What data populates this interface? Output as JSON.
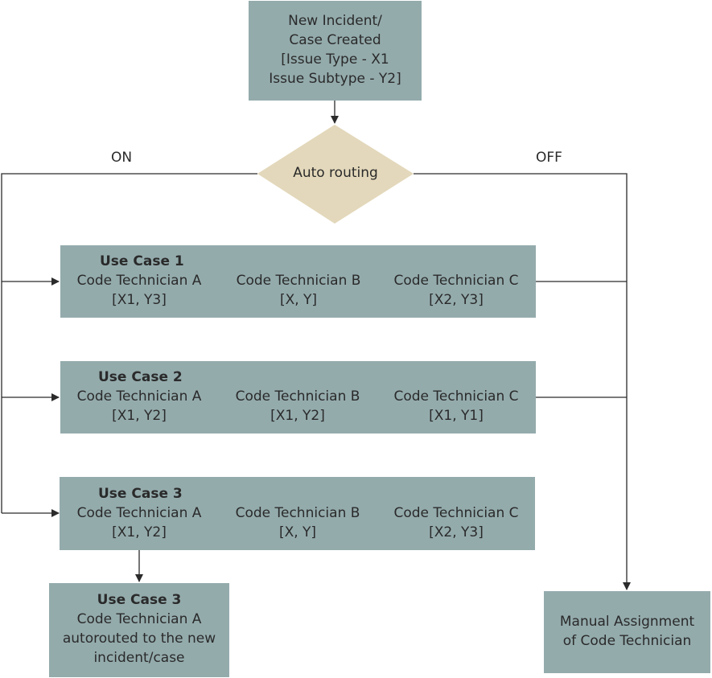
{
  "start_box": {
    "line1": "New Incident/",
    "line2": "Case Created",
    "line3": "[Issue Type - X1",
    "line4": "Issue Subtype - Y2]"
  },
  "decision": {
    "label": "Auto routing",
    "on_label": "ON",
    "off_label": "OFF"
  },
  "use_cases": [
    {
      "title": "Use Case 1",
      "technicians": [
        {
          "name": "Code Technician A",
          "value": "[X1, Y3]"
        },
        {
          "name": "Code Technician B",
          "value": "[X, Y]"
        },
        {
          "name": "Code Technician C",
          "value": "[X2, Y3]"
        }
      ]
    },
    {
      "title": "Use Case 2",
      "technicians": [
        {
          "name": "Code Technician A",
          "value": "[X1, Y2]"
        },
        {
          "name": "Code Technician B",
          "value": "[X1, Y2]"
        },
        {
          "name": "Code Technician C",
          "value": "[X1, Y1]"
        }
      ]
    },
    {
      "title": "Use Case 3",
      "technicians": [
        {
          "name": "Code Technician A",
          "value": "[X1, Y2]"
        },
        {
          "name": "Code Technician B",
          "value": "[X, Y]"
        },
        {
          "name": "Code Technician C",
          "value": "[X2, Y3]"
        }
      ]
    }
  ],
  "result_box": {
    "title": "Use Case 3",
    "line1": "Code Technician A",
    "line2": "autorouted to the new",
    "line3": "incident/case"
  },
  "manual_box": {
    "line1": "Manual Assignment",
    "line2": "of Code Technician"
  },
  "colors": {
    "box_fill": "#94abac",
    "decision_fill": "#e3d8bb",
    "line": "#2b2b2b"
  }
}
